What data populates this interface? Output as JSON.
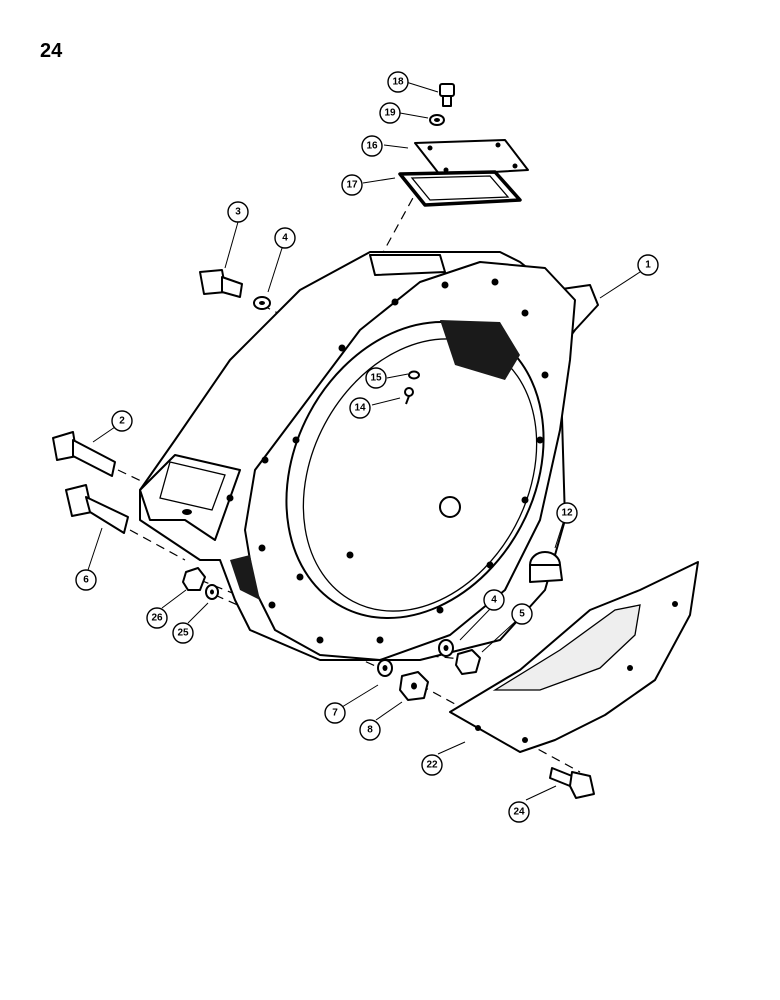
{
  "page": {
    "number": "24"
  },
  "callouts": [
    {
      "id": "18",
      "label": "18"
    },
    {
      "id": "19",
      "label": "19"
    },
    {
      "id": "16",
      "label": "16"
    },
    {
      "id": "17",
      "label": "17"
    },
    {
      "id": "3",
      "label": "3"
    },
    {
      "id": "4a",
      "label": "4"
    },
    {
      "id": "1",
      "label": "1"
    },
    {
      "id": "15",
      "label": "15"
    },
    {
      "id": "14",
      "label": "14"
    },
    {
      "id": "2",
      "label": "2"
    },
    {
      "id": "6",
      "label": "6"
    },
    {
      "id": "12",
      "label": "12"
    },
    {
      "id": "26",
      "label": "26"
    },
    {
      "id": "25",
      "label": "25"
    },
    {
      "id": "4b",
      "label": "4"
    },
    {
      "id": "5",
      "label": "5"
    },
    {
      "id": "7",
      "label": "7"
    },
    {
      "id": "8",
      "label": "8"
    },
    {
      "id": "22",
      "label": "22"
    },
    {
      "id": "24",
      "label": "24"
    }
  ]
}
